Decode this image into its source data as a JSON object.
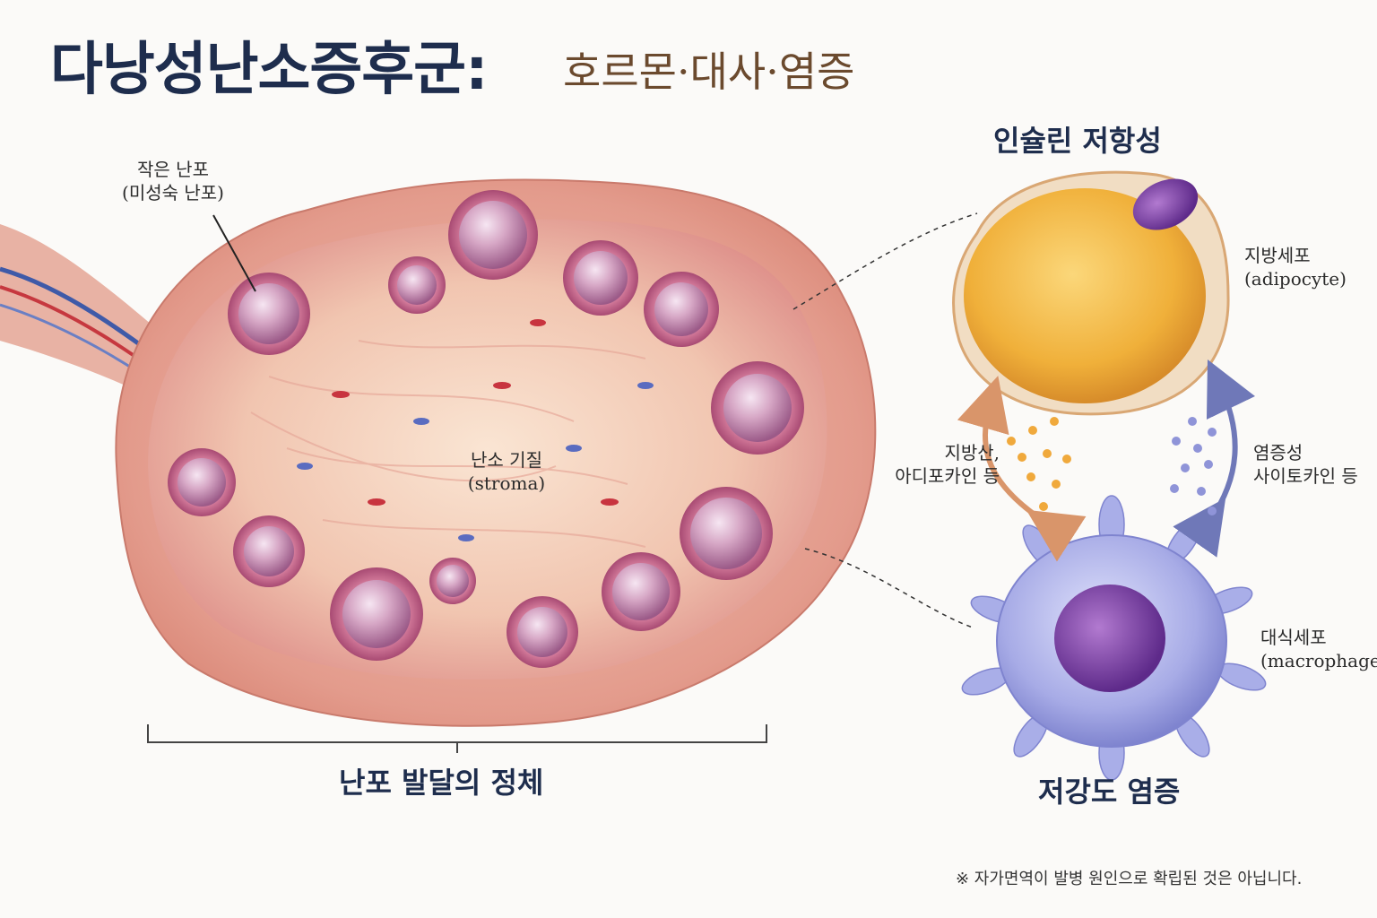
{
  "title": {
    "main": "다낭성난소증후군:",
    "sub": "호르몬·대사·염증"
  },
  "labels": {
    "small_follicle_line1": "작은 난포",
    "small_follicle_line2": "(미성숙 난포)",
    "stroma_line1": "난소 기질",
    "stroma_line2": "(stroma)",
    "follicle_arrest": "난포 발달의 정체",
    "insulin_resistance": "인슐린 저항성",
    "adipocyte_line1": "지방세포",
    "adipocyte_line2": "(adipocyte)",
    "fatty_acid_line1": "지방산,",
    "fatty_acid_line2": "아디포카인 등",
    "cytokine_line1": "염증성",
    "cytokine_line2": "사이토카인 등",
    "macrophage_line1": "대식세포",
    "macrophage_line2": "(macrophage)",
    "low_grade_inflammation": "저강도 염증"
  },
  "footnote": "※ 자가면역이 발병 원인으로 확립된 것은 아닙니다.",
  "colors": {
    "title": "#1e2d4d",
    "subtitle": "#6b4a2e",
    "ovary_outer": "#e9a79a",
    "ovary_inner": "#f4d2c0",
    "follicle": "#c98fb0",
    "adipocyte": "#f0b43c",
    "macrophage": "#9aa0e0",
    "nucleus": "#7a3ea0",
    "arrow_left": "#d9956a",
    "arrow_right": "#6f78b8"
  },
  "icons": {
    "ovary": "ovary-cross-section",
    "adipocyte": "fat-cell",
    "macrophage": "macrophage-cell"
  }
}
